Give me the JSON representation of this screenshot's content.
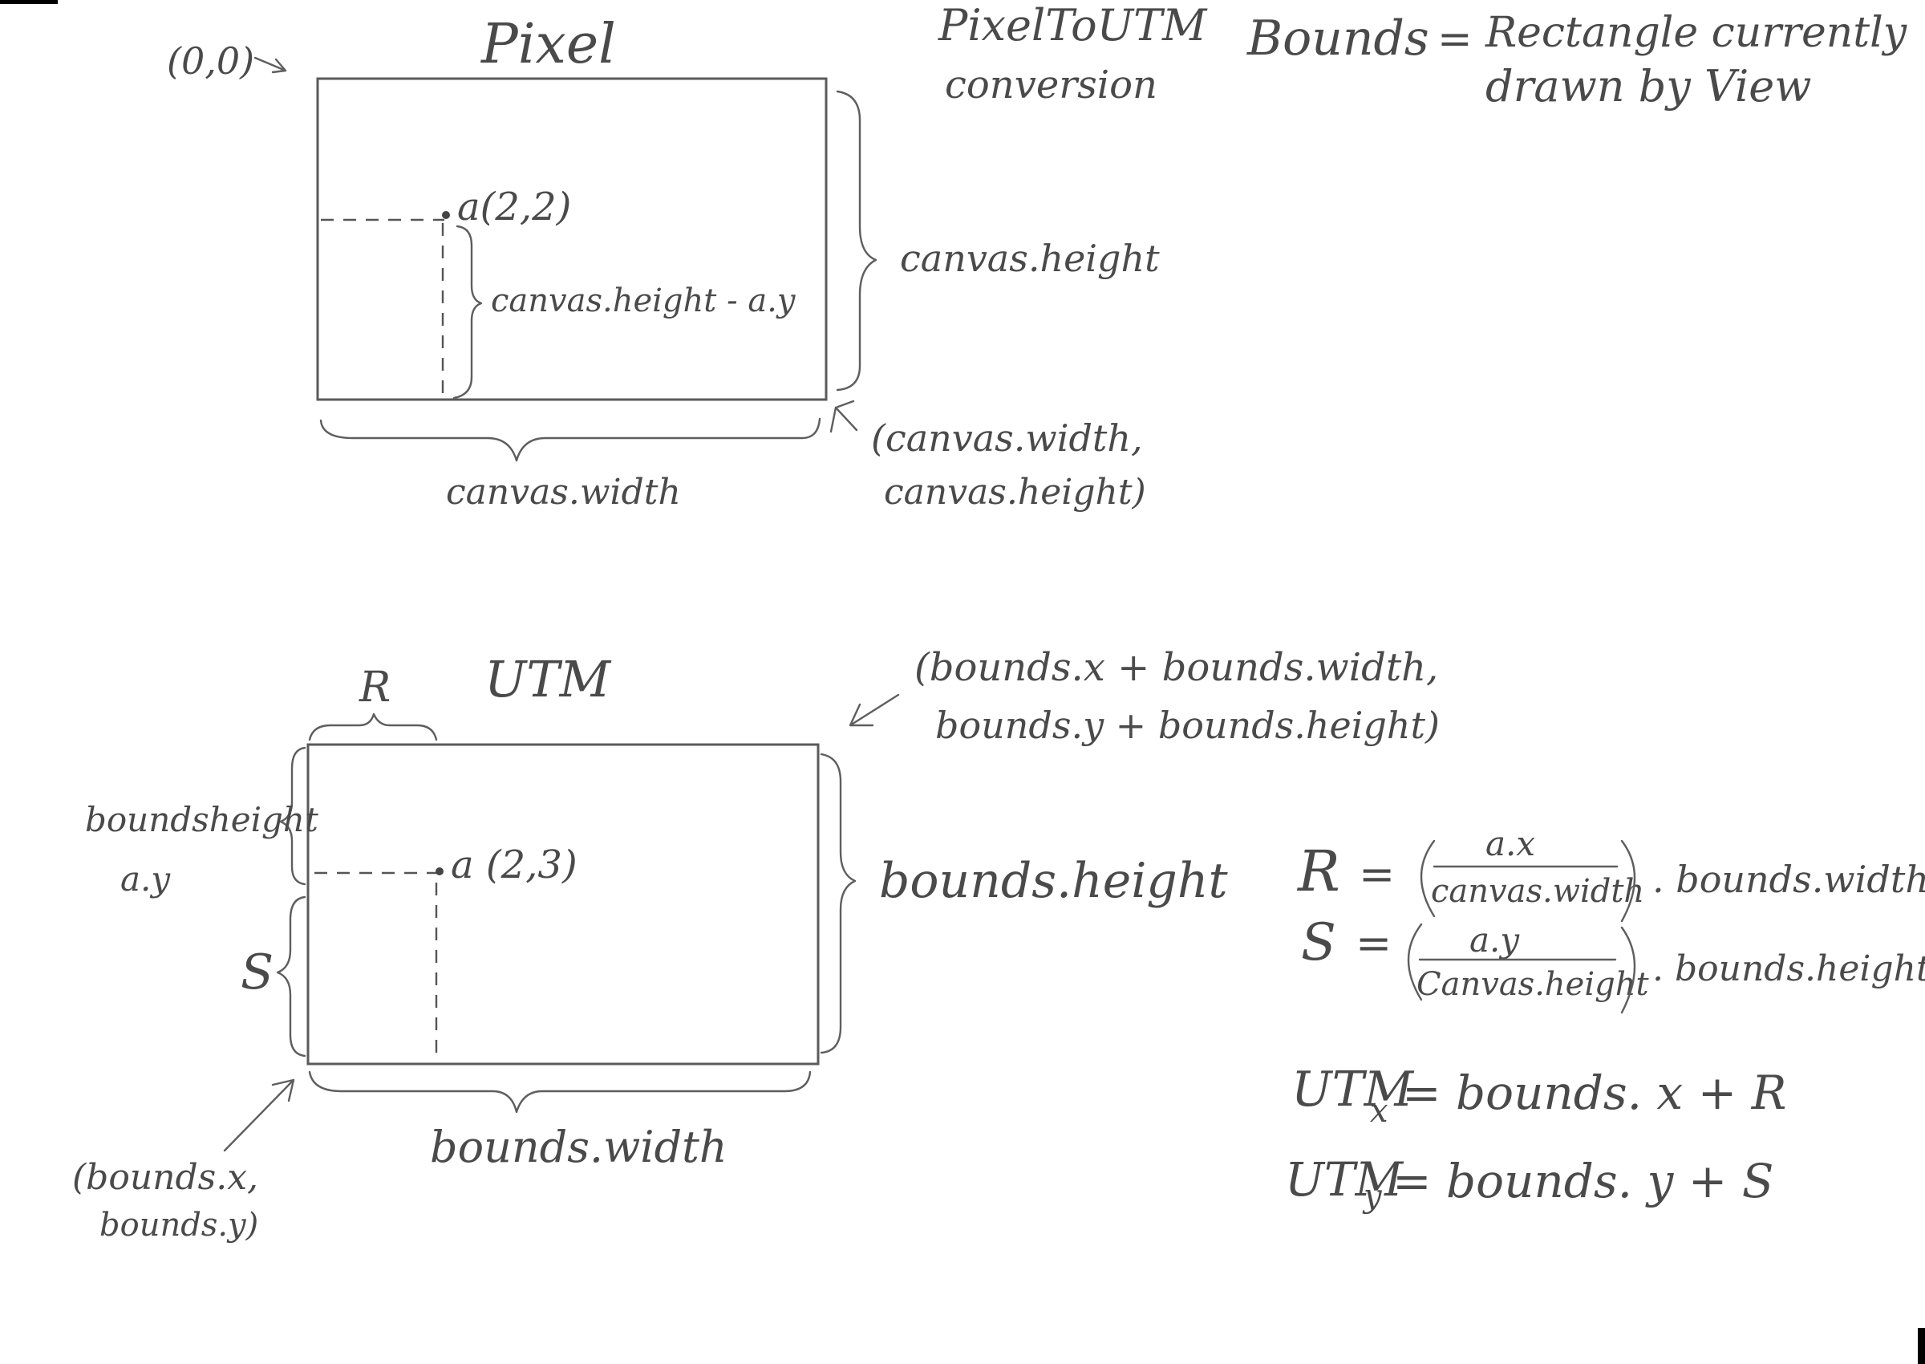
{
  "title": {
    "line1": "PixelToUTM",
    "line2": "conversion"
  },
  "definition": {
    "term": "Bounds",
    "equals": "=",
    "line1": "Rectangle currently",
    "line2": "drawn by View"
  },
  "pixel_panel": {
    "heading": "Pixel",
    "origin_label": "(0,0)",
    "point_label": "a(2,2)",
    "inner_height_label": "canvas.height - a.y",
    "height_label": "canvas.height",
    "width_label": "canvas.width",
    "corner_label_line1": "(canvas.width,",
    "corner_label_line2": "canvas.height)"
  },
  "utm_panel": {
    "heading": "UTM",
    "r_label": "R",
    "s_label": "S",
    "offset_label_line1": "boundsheight",
    "offset_label_line2": "a.y",
    "point_label": "a (2,3)",
    "height_label": "bounds.height",
    "width_label": "bounds.width",
    "top_corner_line1": "(bounds.x + bounds.width,",
    "top_corner_line2": "bounds.y + bounds.height)",
    "bottom_corner_line1": "(bounds.x,",
    "bottom_corner_line2": "bounds.y)"
  },
  "formulas": {
    "r_lhs": "R",
    "s_lhs": "S",
    "eq": "=",
    "r_numerator": "a.x",
    "r_denominator": "canvas.width",
    "r_factor": ". bounds.width",
    "s_numerator": "a.y",
    "s_denominator": "Canvas.height",
    "s_factor": ". bounds.height",
    "utm_x_main": "UTM",
    "utm_x_sub": "x",
    "utm_x_rhs": "= bounds. x + R",
    "utm_y_main": "UTM",
    "utm_y_sub": "y",
    "utm_y_rhs": "= bounds. y + S"
  }
}
